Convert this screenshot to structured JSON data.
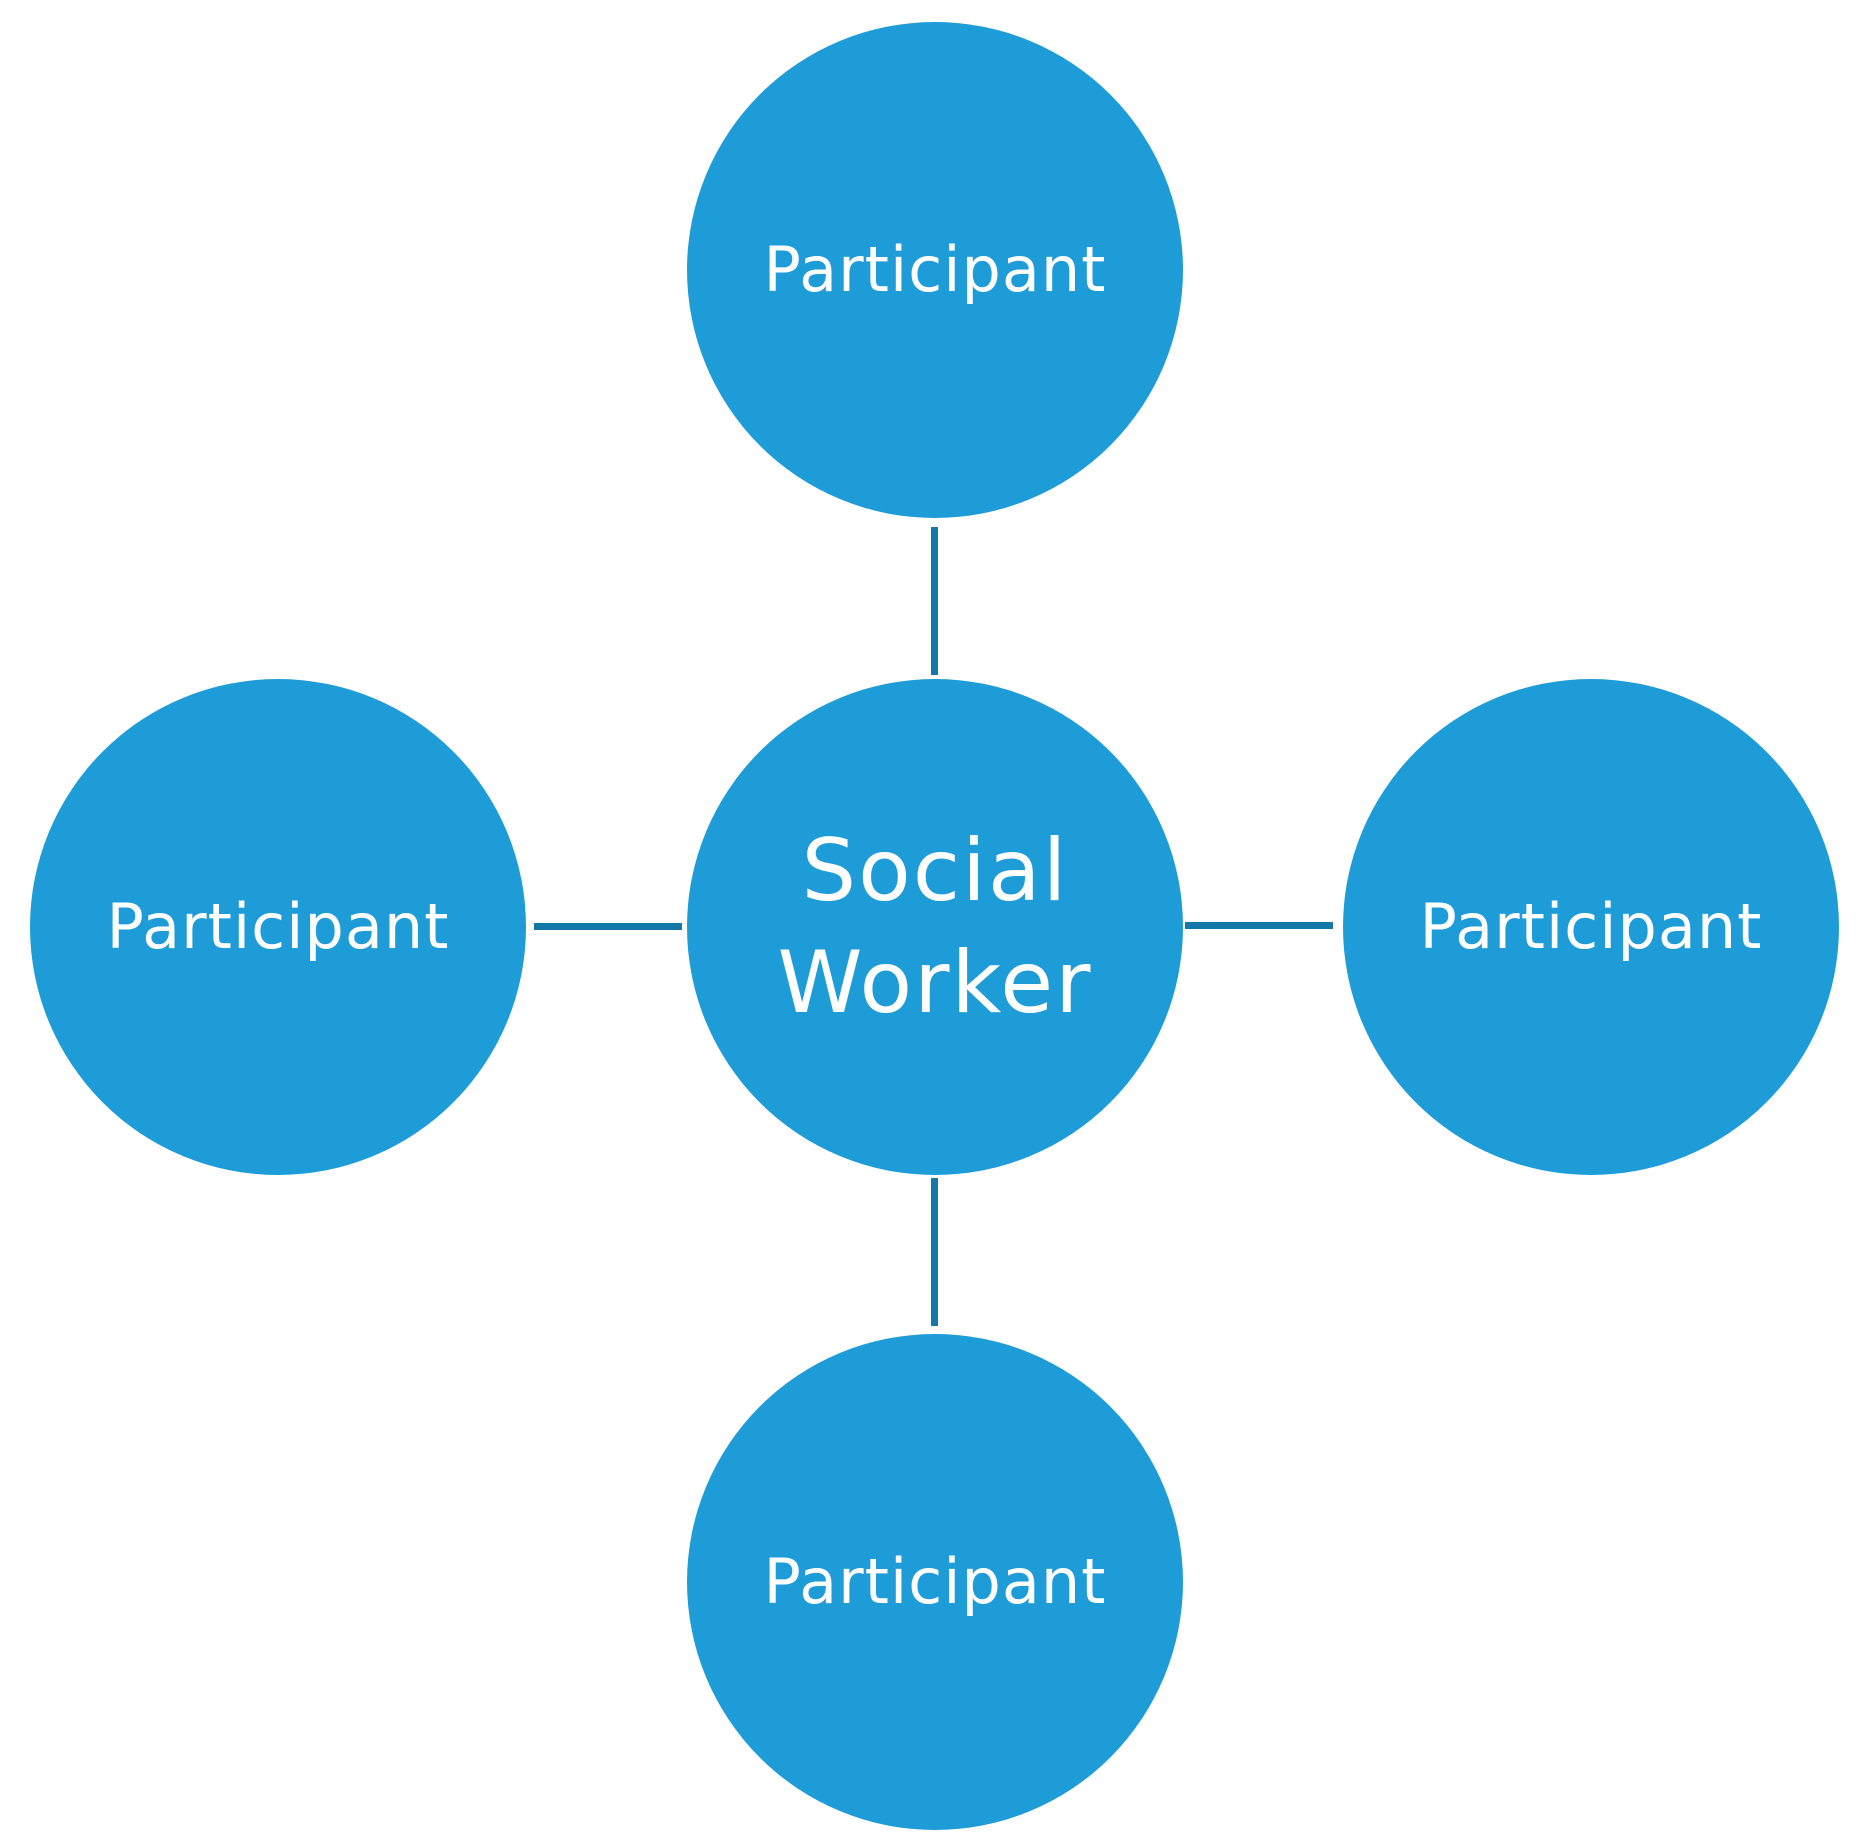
{
  "colors": {
    "node_fill": "#1e9cd8",
    "connector": "#1478a8",
    "text": "#ffffff",
    "background": "#ffffff"
  },
  "center": {
    "line1": "Social",
    "line2": "Worker"
  },
  "participants": {
    "top": "Participant",
    "left": "Participant",
    "right": "Participant",
    "bottom": "Participant"
  }
}
